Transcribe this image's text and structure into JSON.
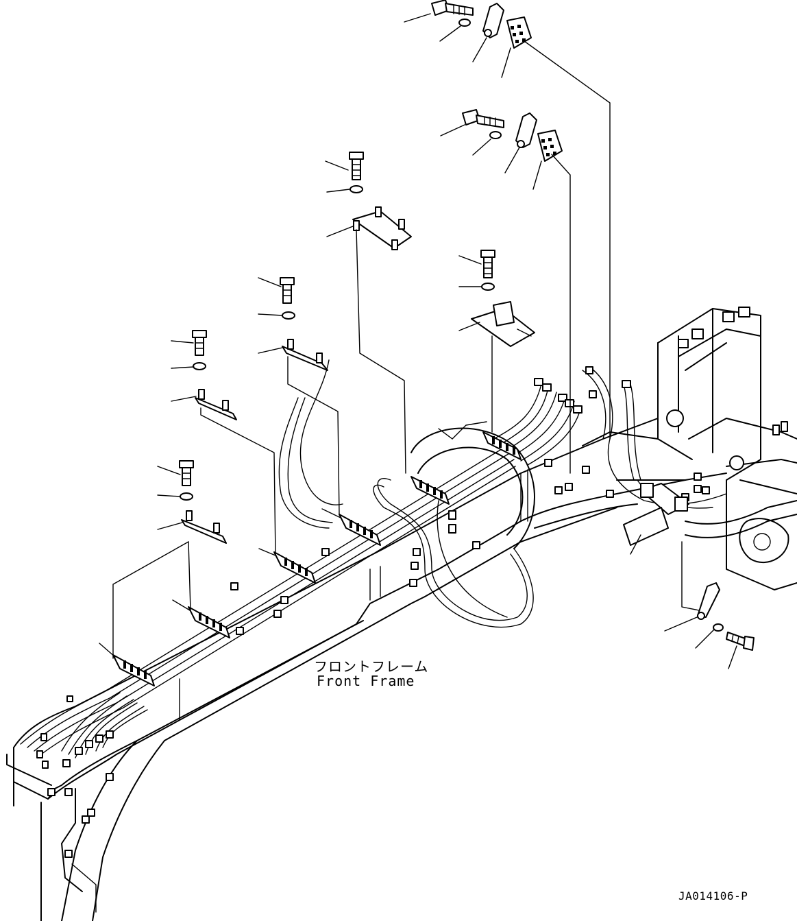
{
  "labels": {
    "frame_jp": "フロントフレーム",
    "frame_en": "Front Frame",
    "drawing_code": "JA014106-P"
  },
  "colors": {
    "line": "#000000",
    "background": "#ffffff"
  },
  "icons": [
    "bolt-icon",
    "washer-icon",
    "clamp-bracket-icon",
    "connector-block-icon",
    "hose-bundle-icon"
  ]
}
